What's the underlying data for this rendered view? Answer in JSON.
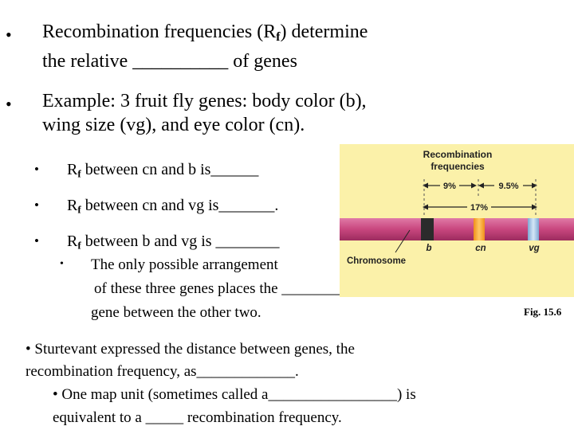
{
  "bullets": {
    "b1": {
      "line1_pre": "Recombination frequencies (R",
      "line1_sub": "f",
      "line1_post": ") determine",
      "line2": "the relative   __________  of genes"
    },
    "b2": {
      "line1": "Example: 3 fruit fly genes: body color (b),",
      "line2": "wing size (vg), and eye color (cn)."
    },
    "s1": {
      "r": "R",
      "sub": "f",
      "text": " between cn and b is______"
    },
    "s2": {
      "r": "R",
      "sub": "f",
      "text": " between cn and vg is_______."
    },
    "s3": {
      "r": "R",
      "sub": "f",
      "text": " between b and vg is ________"
    },
    "ss1": {
      "line1": "The only possible  arrangement",
      "line2": "of these three genes places  the ___________",
      "line3": "gene between the other two."
    },
    "b3": {
      "line1": "• Sturtevant expressed the distance between genes, the",
      "line2": "recombination frequency, as_____________."
    },
    "b4": {
      "line1": "• One map unit (sometimes called a_________________) is",
      "line2": "equivalent to a   _____   recombination frequency."
    }
  },
  "bullet_char": "•",
  "figure": {
    "title_line1": "Recombination",
    "title_line2": "frequencies",
    "pct_a": "9%",
    "pct_b": "9.5%",
    "pct_c": "17%",
    "chromosome_label": "Chromosome",
    "gene_b": "b",
    "gene_cn": "cn",
    "gene_vg": "vg",
    "caption": "Fig. 15.6",
    "colors": {
      "background": "#fbf1a9",
      "chromosome": "#c8467e",
      "band_b": "#2b2b2b",
      "band_cn": "#f5a623",
      "band_vg": "#9ec3e6"
    }
  }
}
